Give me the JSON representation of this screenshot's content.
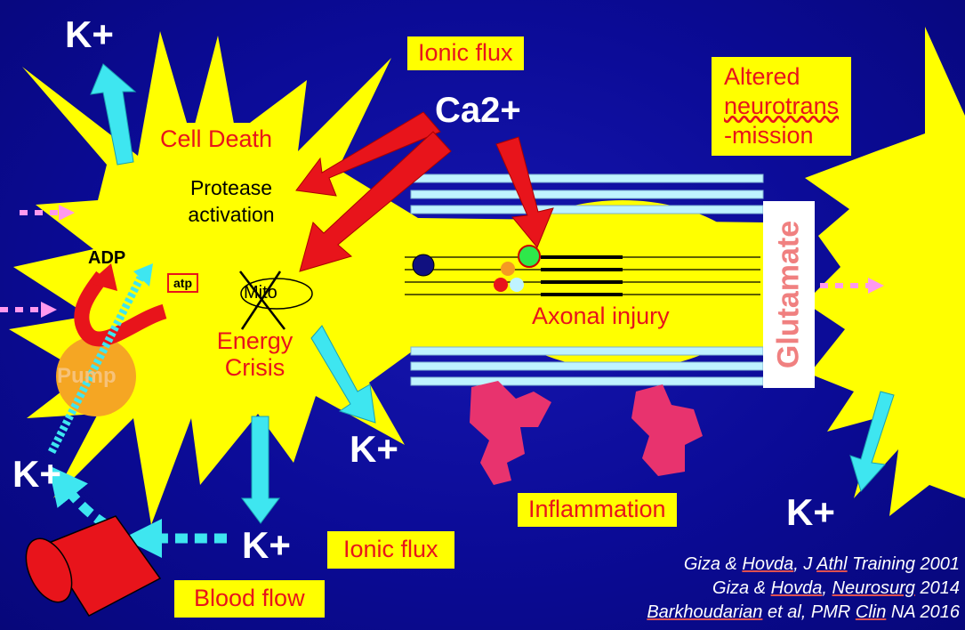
{
  "labels": {
    "ionic_flux_top": "Ionic flux",
    "ca": "Ca2+",
    "cell_death": "Cell Death",
    "altered_1": "Altered",
    "altered_2": "neurotrans",
    "altered_3": "-mission",
    "protease_1": "Protease",
    "protease_2": "activation",
    "adp": "ADP",
    "atp": "atp",
    "mito": "Mito",
    "energy_1": "Energy",
    "energy_2": "Crisis",
    "pump": "Pump",
    "axonal_injury": "Axonal injury",
    "glutamate": "Glutamate",
    "inflammation": "Inflammation",
    "ionic_flux_bottom": "Ionic flux",
    "blood_flow": "Blood flow",
    "k_top_left": "K+",
    "k_mid": "K+",
    "k_left": "K+",
    "k_bottom": "K+",
    "k_right": "K+"
  },
  "references": [
    {
      "pre": "Giza & ",
      "u1": "Hovda",
      "mid": ", J ",
      "u2": "Athl",
      "post": " Training 2001"
    },
    {
      "pre": "Giza & ",
      "u1": "Hovda",
      "mid": ", ",
      "u2": "Neurosurg",
      "post": " 2014"
    },
    {
      "pre": "",
      "u1": "Barkhoudarian",
      "mid": " et al, PMR ",
      "u2": "Clin",
      "post": " NA 2016"
    }
  ],
  "colors": {
    "background": "#0a0a8c",
    "cell": "#ffff00",
    "label_text": "#e8141b",
    "arrow_red": "#e8141b",
    "arrow_cyan": "#3ee6f0",
    "myelin": "#bff3ff",
    "inflammation": "#e8336e",
    "pump": "#f5a623"
  }
}
